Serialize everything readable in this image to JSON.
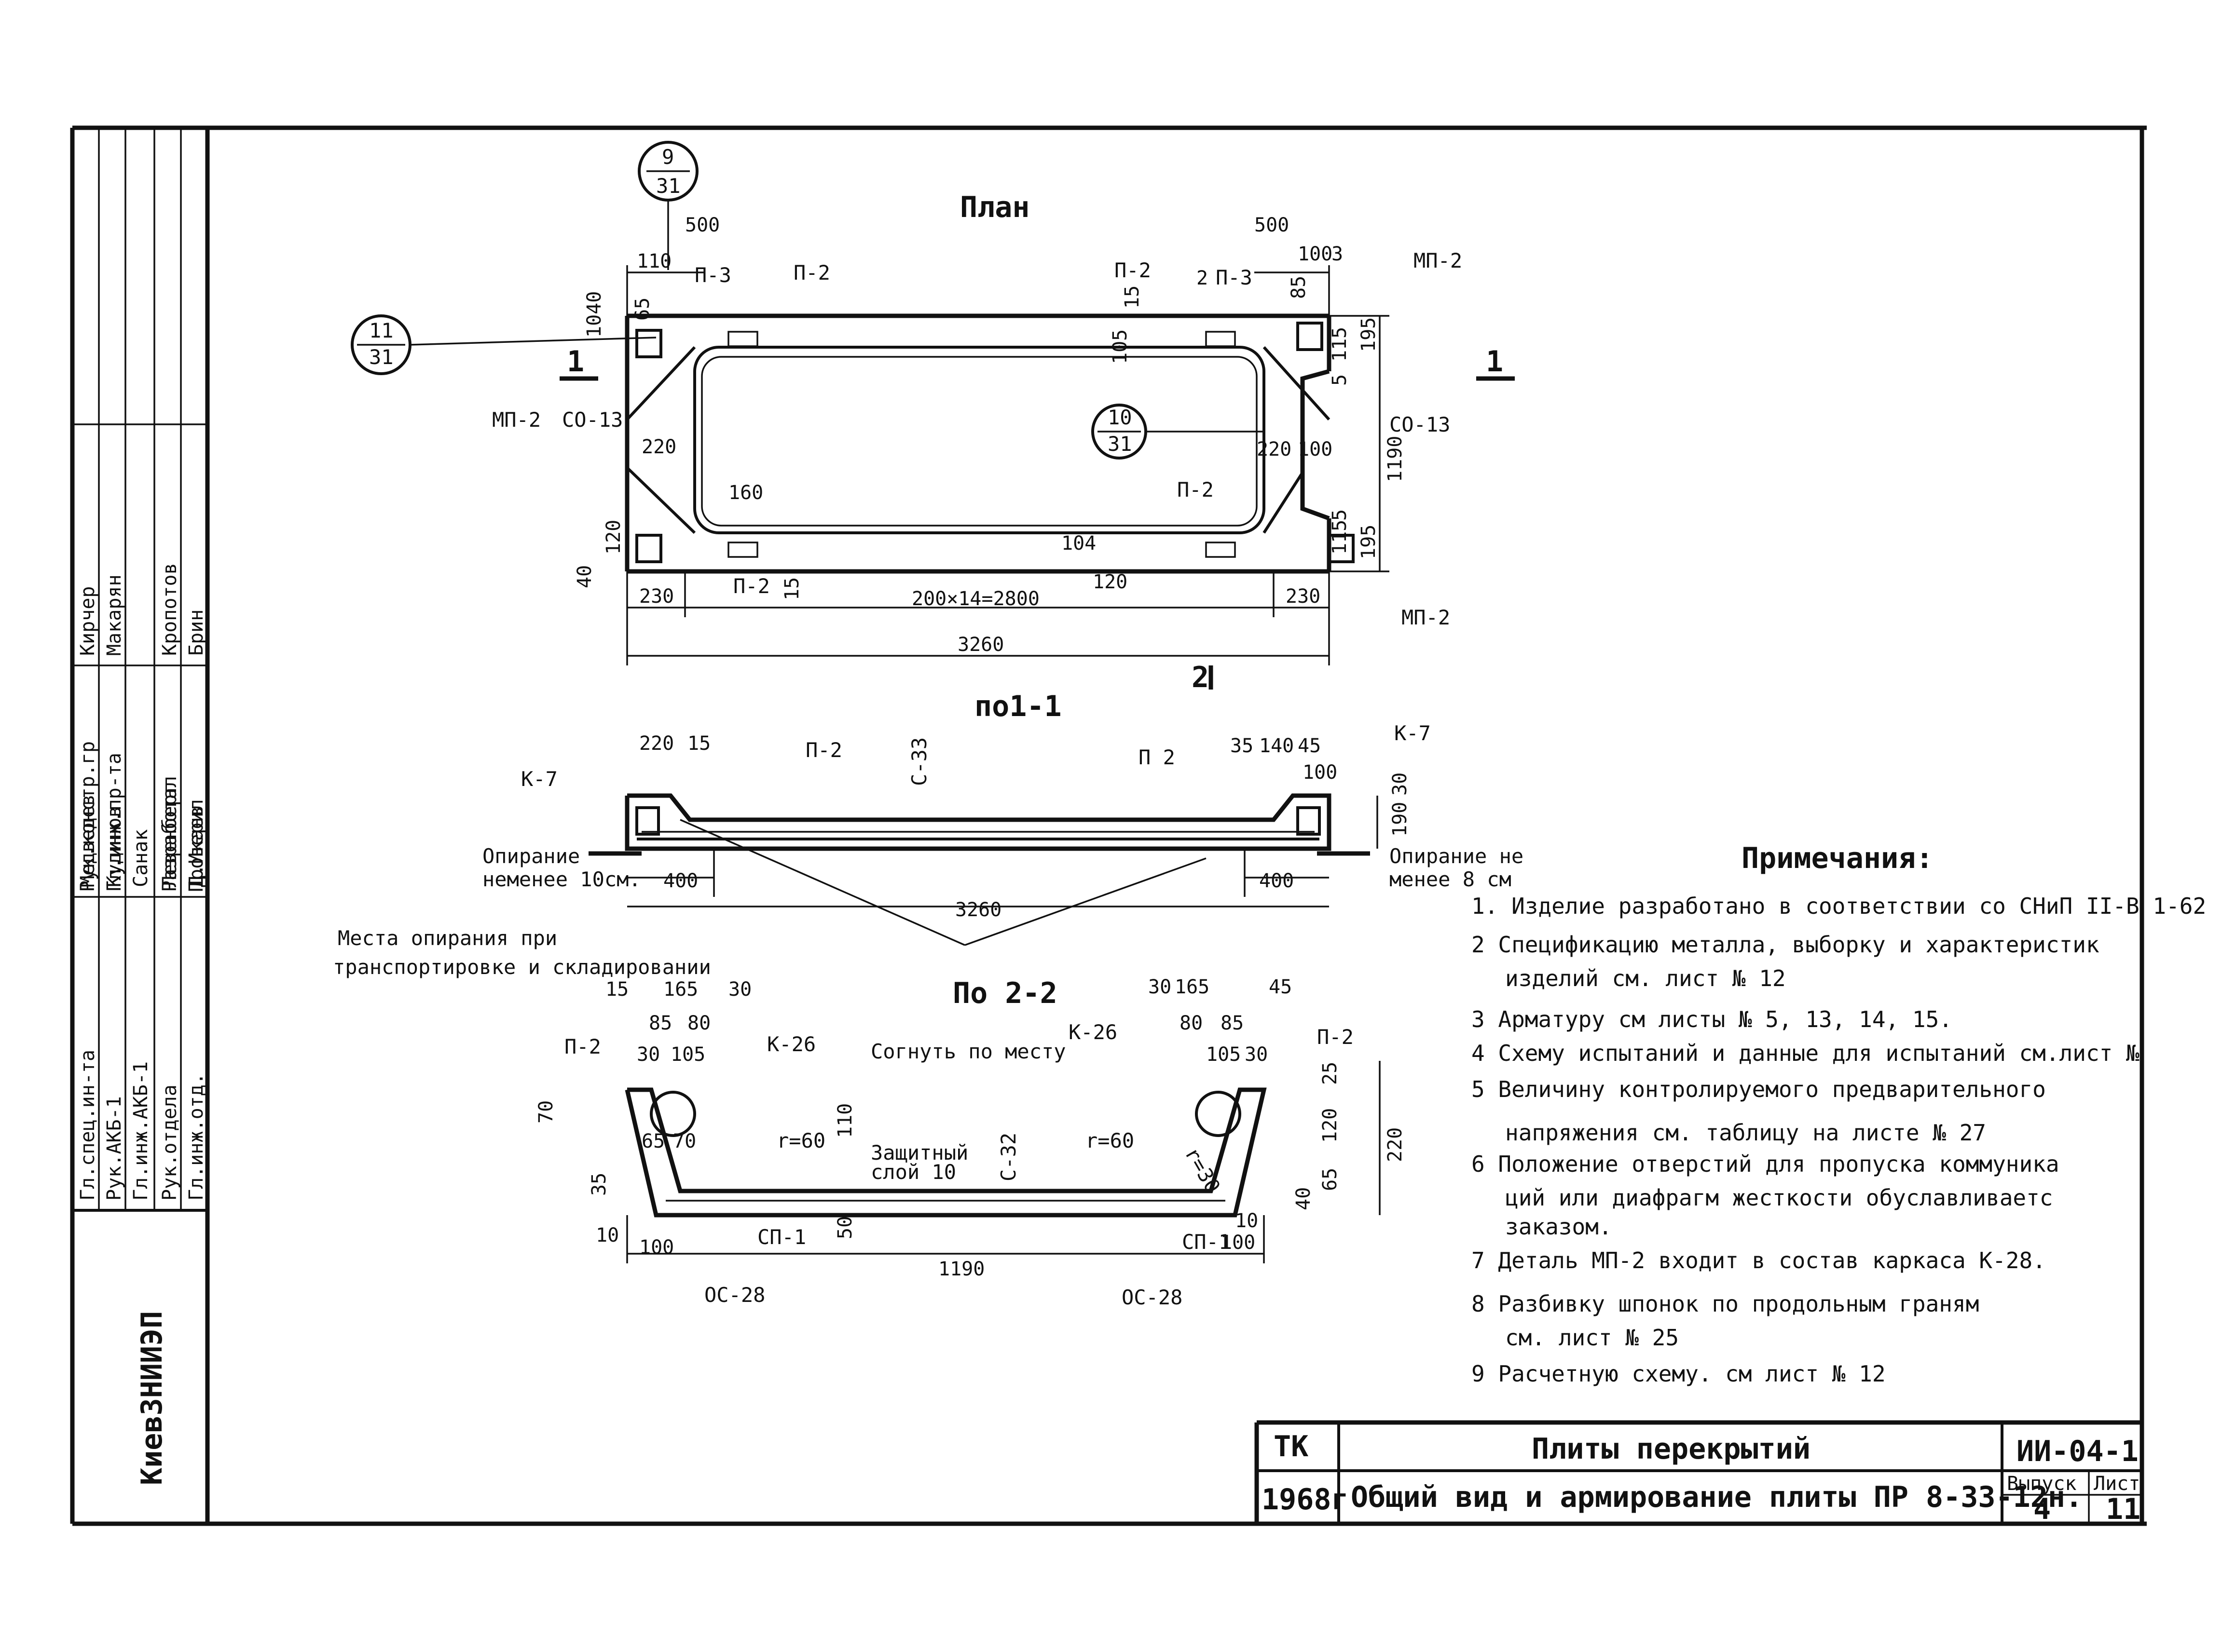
{
  "references": {
    "ref_top": {
      "num": "9",
      "den": "31"
    },
    "ref_left": {
      "num": "11",
      "den": "31"
    },
    "ref_center": {
      "num": "10",
      "den": "31"
    }
  },
  "views": {
    "plan": {
      "title": "План",
      "section_marks": [
        "1",
        "1",
        "2"
      ],
      "labels": {
        "p3_left": "П-3",
        "p2_left": "П-2",
        "p2_right_top": "П-2",
        "p3_right": "П-3",
        "mp2_top_right": "МП-2",
        "mp2_left": "МП-2",
        "co13_left": "СО-13",
        "co13_right": "СО-13",
        "p2_bottom_right": "П-2",
        "p2_bottom_left": "П-2",
        "mp2_bottom_right": "МП-2"
      },
      "dims": {
        "d500_left": "500",
        "d110": "110",
        "d65": "65",
        "d1040": "1040",
        "d220_left": "220",
        "d160": "160",
        "d40": "40",
        "d120": "120",
        "d230_left": "230",
        "d15": "15",
        "dspan": "200×14=2800",
        "d120b": "120",
        "d104": "104",
        "d230_right": "230",
        "d3260": "3260",
        "d500_right": "500",
        "d100_3": "100",
        "d3": "3",
        "d2": "2",
        "d8565": "85",
        "d1565": "15",
        "d195_top": "195",
        "d115_top": "115",
        "d5_top": "5",
        "d220_right": "220",
        "d100": "100",
        "d1190": "1190",
        "d5_bot": "5",
        "d115_bot": "115",
        "d195_bot": "195",
        "d105": "105"
      }
    },
    "section1": {
      "title": "по1-1",
      "labels": {
        "k7_left": "К-7",
        "p2_a": "П-2",
        "c33": "С-33",
        "p2_b": "П 2",
        "k7_right": "К-7",
        "support_left": "Опирание\nнеменее 10см.",
        "support_right": "Опирание не\nменее 8 см",
        "transport_1": "Места опирания  при",
        "transport_2": "транспортировке  и  складировании"
      },
      "dims": {
        "d220": "220",
        "d15": "15",
        "d35": "35",
        "d140": "140",
        "d45": "45",
        "d100": "100",
        "d30": "30",
        "d190": "190",
        "d400_left": "400",
        "d400_right": "400",
        "d3260": "3260"
      }
    },
    "section2": {
      "title": "По 2-2",
      "labels": {
        "p2_left": "П-2",
        "k26_left": "К-26",
        "bend": "Согнуть по месту",
        "k26_right": "К-26",
        "p2_right": "П-2",
        "r60_left": "r=60",
        "protective_1": "Защитный",
        "protective_2": "слой 10",
        "c32": "С-32",
        "r60_right": "r=60",
        "r30": "r=30",
        "cp1_left": "СП-1",
        "cp1_right": "СП-1",
        "oc28_left": "ОС-28",
        "oc28_right": "ОС-28"
      },
      "dims": {
        "d15": "15",
        "d165": "165",
        "d30": "30",
        "d85": "85",
        "d80": "80",
        "d30b": "30",
        "d105": "105",
        "d70": "70",
        "d65": "65",
        "d70b": "70",
        "d35": "35",
        "d10": "10",
        "d100": "100",
        "d110": "110",
        "d50": "50",
        "d1190": "1190",
        "r_d30": "30",
        "r_d165": "165",
        "r_d45": "45",
        "r_d80": "80",
        "r_d85": "85",
        "r_d105": "105",
        "r_d30b": "30",
        "r_d25": "25",
        "r_d120": "120",
        "r_d65": "65",
        "r_d40": "40",
        "r_d10": "10",
        "r_d100": "100",
        "r_d220": "220"
      }
    }
  },
  "notes": {
    "heading": "Примечания:",
    "items": [
      "1. Изделие разработано в соответствии со СНиП II-В 1-62",
      "2 Спецификацию металла, выборку и характеристик",
      "изделий см. лист № 12",
      "3 Арматуру см листы № 5, 13, 14, 15.",
      "4 Схему испытаний и данные для испытаний см.лист №",
      "5 Величину контролируемого предварительного",
      "напряжения см. таблицу на листе № 27",
      "6 Положение отверстий для пропуска коммуника",
      "ций или диафрагм жесткости обуславливаетс",
      "заказом.",
      "7 Деталь МП-2 входит в состав каркаса К-28.",
      "8 Разбивку шпонок по продольным граням",
      "см. лист № 25",
      "9 Расчетную схему. см лист № 12"
    ]
  },
  "title_block": {
    "org": "ТК",
    "year": "1968г",
    "title": "Плиты перекрытий",
    "subtitle": "Общий вид и армирование плиты ПР 8-33-12н.",
    "code": "ИИ-04-1",
    "issue_label": "Выпуск",
    "issue_value": "4",
    "sheet_label": "Лист",
    "sheet_value": "11"
  },
  "stamp": {
    "institute": "КиевЗНИИЭП",
    "roles": [
      "Гл.спец.ин-та",
      "Рук.АКБ-1",
      "Гл.инж.АКБ-1",
      "Рук.отдела",
      "Гл.инж.отд.",
      "Рук.констр.гр",
      "Гл.инж.пр-та",
      "Разработал",
      "Проверил"
    ],
    "names": [
      "Медведев",
      "Кудинов",
      "Санак",
      "Левенберг",
      "Д.Икаев",
      "Кирчер",
      "Макарян",
      "Кропотов",
      "Брин"
    ]
  }
}
